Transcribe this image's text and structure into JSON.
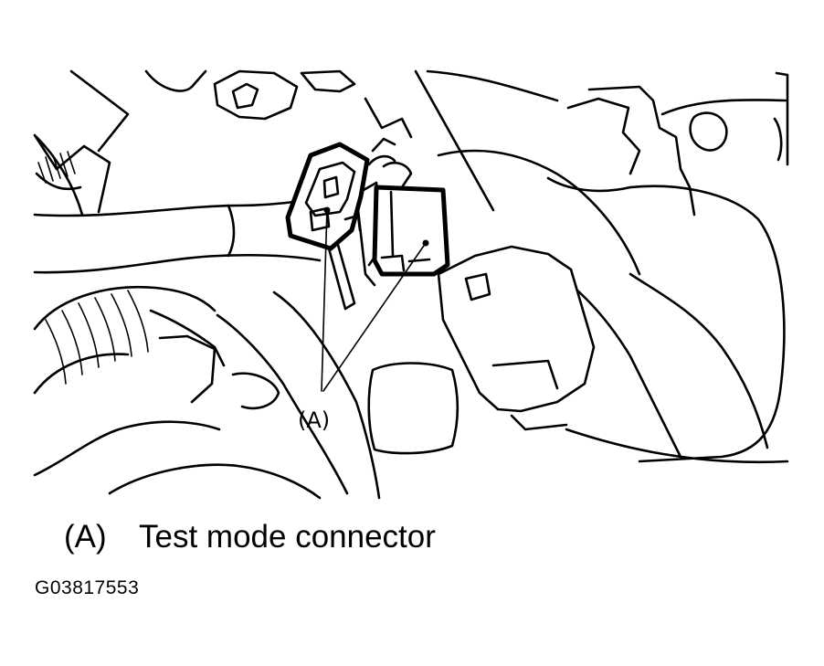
{
  "figure": {
    "callout_label": "(A)",
    "legend": {
      "key": "(A)",
      "description": "Test mode connector"
    },
    "figure_id": "G03817553"
  },
  "colors": {
    "line": "#000000",
    "background": "#ffffff"
  }
}
